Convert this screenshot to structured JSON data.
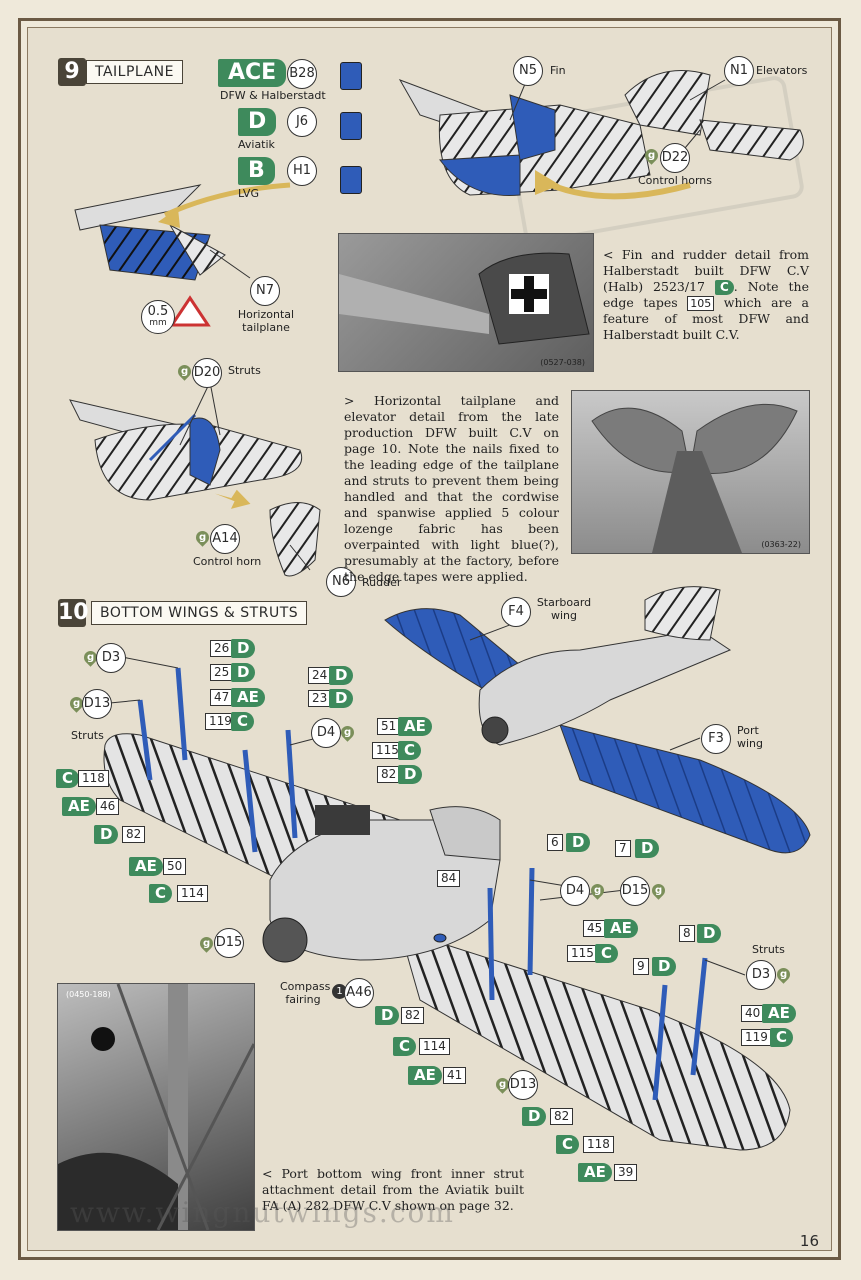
{
  "page_number": "16",
  "footer_url": "www.wingnutwings.com",
  "section9": {
    "number": "9",
    "title": "TAILPLANE"
  },
  "section10": {
    "number": "10",
    "title": "BOTTOM WINGS & STRUTS"
  },
  "variants": [
    {
      "code": "ACE",
      "part": "B28",
      "desc": "DFW & Halberstadt"
    },
    {
      "code": "D",
      "part": "J6",
      "desc": "Aviatik"
    },
    {
      "code": "B",
      "part": "H1",
      "desc": "LVG"
    }
  ],
  "tail_callouts": {
    "n5": "N5",
    "fin": "Fin",
    "n1": "N1",
    "elevators": "Elevators",
    "d22": "D22",
    "control_horns": "Control horns",
    "n7": "N7",
    "horizontal_tailplane": "Horizontal tailplane",
    "mm_value": "0.5",
    "mm_unit": "mm",
    "d20": "D20",
    "struts": "Struts",
    "a14": "A14",
    "control_horn": "Control horn",
    "n6": "N6",
    "rudder": "Rudder",
    "glue": "g"
  },
  "photo1": {
    "id": "(0527-038)",
    "caption_a": "< Fin and rudder detail from Halberstadt built DFW C.V (Halb) 2523/17",
    "caption_code": "C",
    "caption_b": ". Note the edge tapes",
    "caption_num": "105",
    "caption_c": "which are a feature of most DFW and Halberstadt built C.V."
  },
  "photo2": {
    "id": "(0363-22)",
    "caption": "> Horizontal tailplane and elevator detail from the late production DFW built C.V on page 10. Note the nails fixed to the leading edge of the tailplane and struts to prevent them being handled and that the cordwise and spanwise applied 5 colour lozenge fabric has been overpainted with light blue(?), presumably at the factory, before the edge tapes were applied."
  },
  "photo3": {
    "id": "(0450-188)",
    "caption": "< Port bottom wing front inner strut attachment detail from the Aviatik built FA (A) 282 DFW C.V shown on page 32."
  },
  "wing_callouts": {
    "f4": "F4",
    "starboard_wing": "Starboard wing",
    "f3": "F3",
    "port_wing": "Port wing",
    "d3": "D3",
    "d13": "D13",
    "d4": "D4",
    "d15": "D15",
    "struts": "Struts",
    "compass_fairing": "Compass fairing",
    "a46": "A46",
    "one": "1",
    "n84": "84",
    "glue": "g"
  },
  "left_strut_labels": [
    {
      "num": "26",
      "code": "D"
    },
    {
      "num": "25",
      "code": "D"
    },
    {
      "num": "47",
      "code": "AE"
    },
    {
      "num": "119",
      "code": "C"
    },
    {
      "num": "24",
      "code": "D"
    },
    {
      "num": "23",
      "code": "D"
    },
    {
      "num": "51",
      "code": "AE"
    },
    {
      "num": "115",
      "code": "C"
    },
    {
      "num": "82",
      "code": "D"
    }
  ],
  "left_wing_labels": [
    {
      "code": "C",
      "num": "118"
    },
    {
      "code": "AE",
      "num": "46"
    },
    {
      "code": "D",
      "num": "82"
    },
    {
      "code": "AE",
      "num": "50"
    },
    {
      "code": "C",
      "num": "114"
    }
  ],
  "right_strut_labels": [
    {
      "num": "6",
      "code": "D"
    },
    {
      "num": "7",
      "code": "D"
    },
    {
      "num": "45",
      "code": "AE"
    },
    {
      "num": "115",
      "code": "C"
    },
    {
      "num": "8",
      "code": "D"
    },
    {
      "num": "9",
      "code": "D"
    },
    {
      "num": "40",
      "code": "AE"
    },
    {
      "num": "119",
      "code": "C"
    }
  ],
  "right_wing_labels": [
    {
      "code": "D",
      "num": "82"
    },
    {
      "code": "C",
      "num": "114"
    },
    {
      "code": "AE",
      "num": "41"
    },
    {
      "code": "D",
      "num": "82"
    },
    {
      "code": "C",
      "num": "118"
    },
    {
      "code": "AE",
      "num": "39"
    }
  ],
  "colors": {
    "accent_green": "#3e8a5c",
    "part_blue": "#2f5cb8",
    "glue_olive": "#7b8f5a"
  }
}
